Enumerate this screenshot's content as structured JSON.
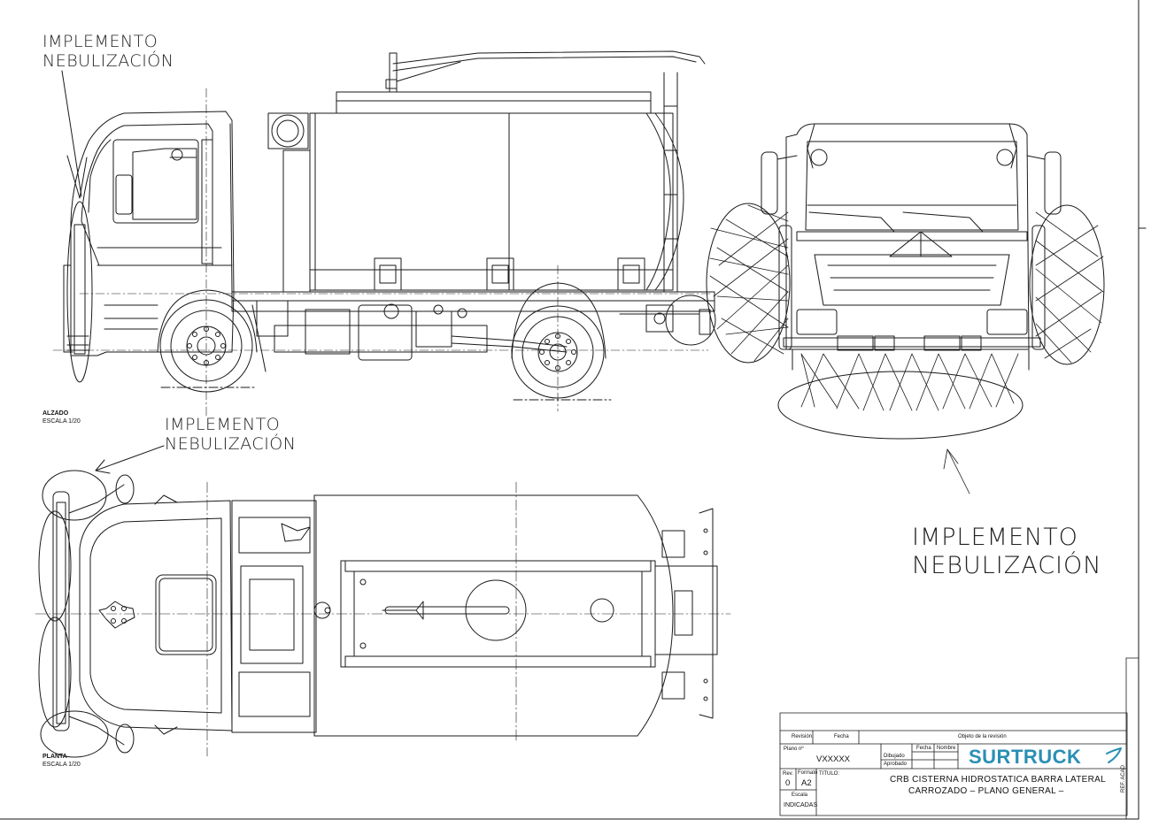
{
  "annotations": {
    "top_left": [
      "IMPLEMENTO",
      "NEBULIZACIÓN"
    ],
    "middle": [
      "IMPLEMENTO",
      "NEBULIZACIÓN"
    ],
    "right": [
      "IMPLEMENTO",
      "NEBULIZACIÓN"
    ]
  },
  "views": {
    "elevation": {
      "name": "ALZADO",
      "scale": "ESCALA 1/20"
    },
    "plan": {
      "name": "PLANTA",
      "scale": "ESCALA 1/20"
    }
  },
  "title_block": {
    "revision_label": "Revisión",
    "date_label": "Fecha",
    "revision_object_label": "Objeto de la revisión",
    "plan_number_label": "Plano nº",
    "plan_number": "VXXXXX",
    "date_col": "Fecha",
    "name_col": "Nombre",
    "drawn_label": "Dibujado",
    "approved_label": "Aprobado",
    "rev_label": "Rev.",
    "rev_value": "0",
    "format_label": "Formato",
    "format_value": "A2",
    "title_label": "TITULO:",
    "title_line1": "CRB  CISTERNA  HIDROSTATICA  BARRA  LATERAL",
    "title_line2": "CARROZADO  –  PLANO  GENERAL  –",
    "scale_label": "Escala",
    "scale_value": "INDICADAS",
    "ref": "REF. ACAD",
    "company": "SURTRUCK"
  },
  "colors": {
    "line": "#1a1a1a",
    "logo": "#2a8fb4"
  }
}
